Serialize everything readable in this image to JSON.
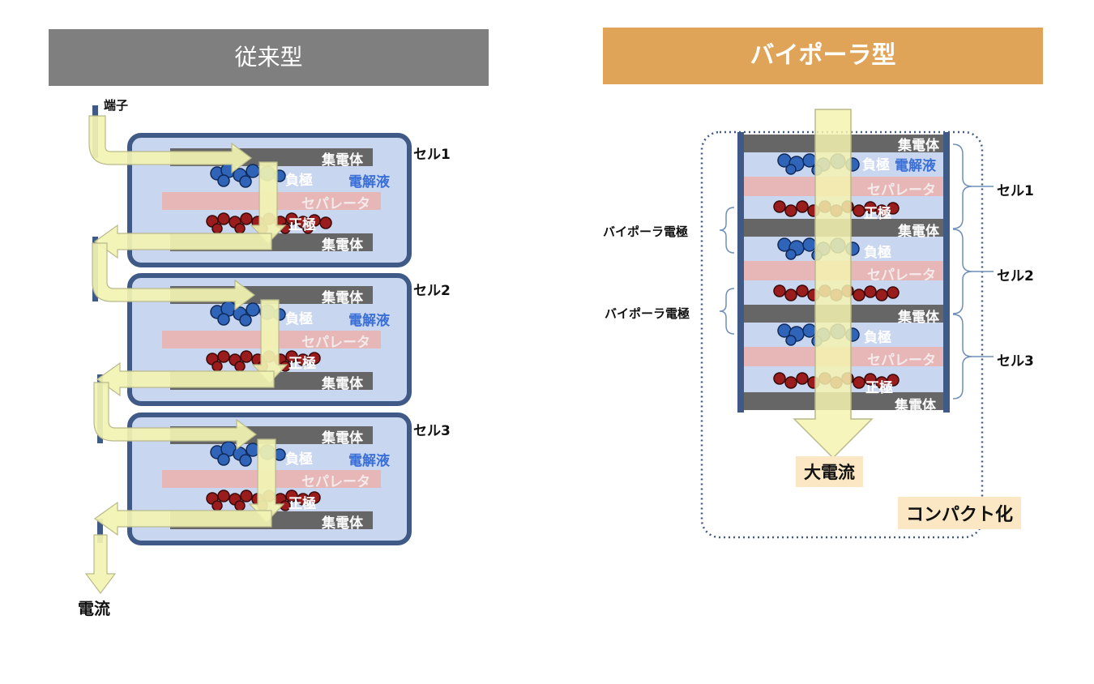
{
  "left": {
    "title": "従来型",
    "title_bg": "#7f7f7f",
    "terminal": "端子",
    "current": "電流",
    "cells": [
      {
        "name": "セル1",
        "collector_top": "集電体",
        "anode": "負極",
        "electrolyte": "電解液",
        "separator": "セパレータ",
        "cathode": "正極",
        "collector_bottom": "集電体"
      },
      {
        "name": "セル2",
        "collector_top": "集電体",
        "anode": "負極",
        "electrolyte": "電解液",
        "separator": "セパレータ",
        "cathode": "正極",
        "collector_bottom": "集電体"
      },
      {
        "name": "セル3",
        "collector_top": "集電体",
        "anode": "負極",
        "electrolyte": "電解液",
        "separator": "セパレータ",
        "cathode": "正極",
        "collector_bottom": "集電体"
      }
    ]
  },
  "right": {
    "title": "バイポーラ型",
    "title_bg": "#e0a458",
    "layers": {
      "collector": "集電体",
      "anode": "負極",
      "electrolyte": "電解液",
      "separator": "セパレータ",
      "cathode": "正極"
    },
    "bipolar_labels": [
      "バイポーラ電極",
      "バイポーラ電極"
    ],
    "cell_labels": [
      "セル1",
      "セル2",
      "セル3"
    ],
    "big_current": "大電流",
    "compact": "コンパクト化"
  },
  "colors": {
    "cell_fill": "#c9d6f0",
    "cell_border": "#3f5a86",
    "collector": "#666666",
    "separator": "#e7b7b7",
    "anode": "#2f64b8",
    "cathode": "#9b1c1c",
    "arrow": "#f2f3b2"
  }
}
